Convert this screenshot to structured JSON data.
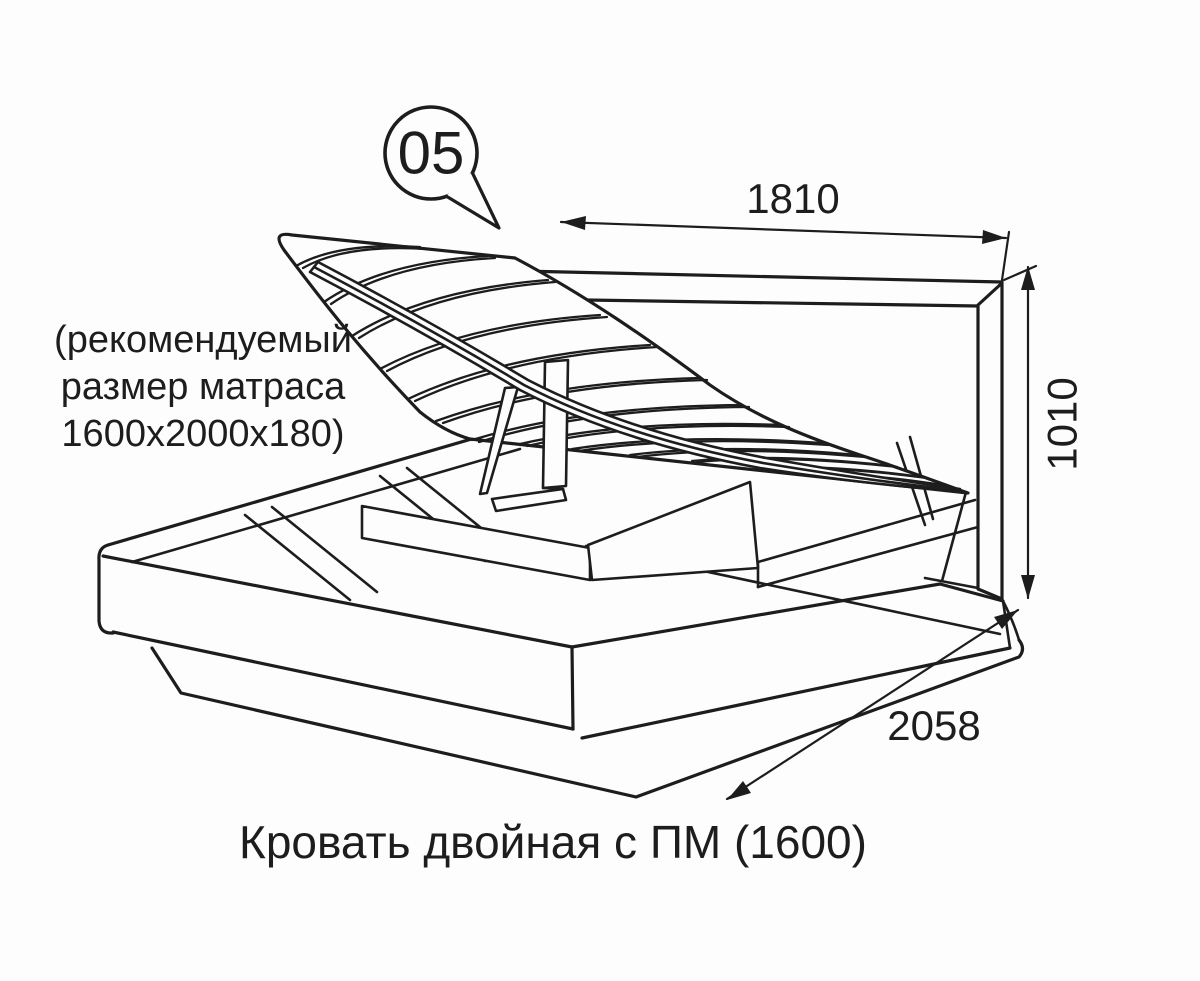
{
  "figure": {
    "callout_number": "05",
    "caption": "Кровать двойная с ПМ (1600)",
    "note_lines": [
      "(рекомендуемый",
      "размер матраса",
      "1600х2000х180)"
    ],
    "dimensions": {
      "width_mm": "1810",
      "height_mm": "1010",
      "length_mm": "2058"
    },
    "colors": {
      "line": "#1d1d1d",
      "background": "#fdfdfd"
    }
  }
}
